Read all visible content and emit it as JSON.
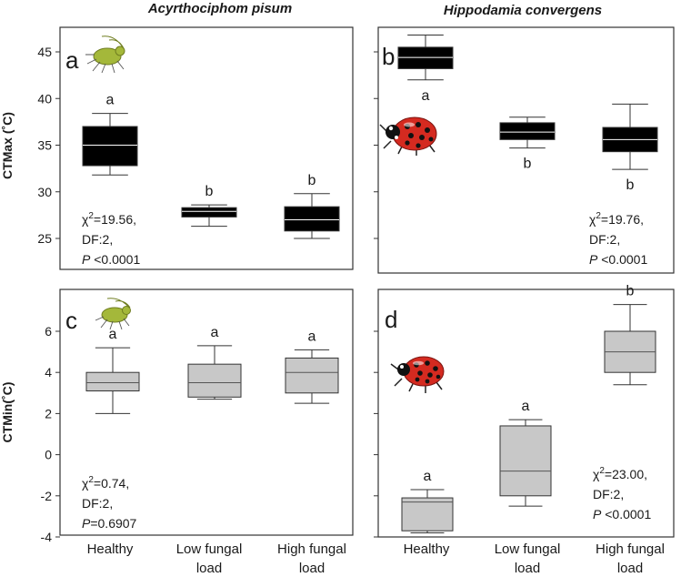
{
  "figure": {
    "species_left": "Acyrthociphom pisum",
    "species_right": "Hippodamia convergens",
    "ylabel_top": "CTMax (˚C)",
    "ylabel_bottom": "CTMin(˚C)",
    "categories": [
      [
        "Healthy"
      ],
      [
        "Low fungal",
        "load"
      ],
      [
        "High fungal",
        "load"
      ]
    ]
  },
  "colors": {
    "top_box_fill": "#000000",
    "top_median": "#ffffff",
    "bottom_box_fill": "#c8c8c8",
    "bottom_median": "#555555",
    "frame": "#333333",
    "aphid": "#a4b83a",
    "ladybug": "#d42a20"
  },
  "chart_data": [
    {
      "type": "box",
      "panel": "a",
      "ylim": [
        22,
        47
      ],
      "yticks": [
        25,
        30,
        35,
        40,
        45
      ],
      "categories": [
        "Healthy",
        "Low fungal load",
        "High fungal load"
      ],
      "boxes": [
        {
          "whisker_low": 31.8,
          "q1": 32.8,
          "median": 35.0,
          "q3": 37.0,
          "whisker_high": 38.4,
          "letter": "a"
        },
        {
          "whisker_low": 26.3,
          "q1": 27.3,
          "median": 27.9,
          "q3": 28.3,
          "whisker_high": 28.6,
          "letter": "b"
        },
        {
          "whisker_low": 25.0,
          "q1": 25.8,
          "median": 27.0,
          "q3": 28.4,
          "whisker_high": 29.8,
          "letter": "b"
        }
      ],
      "stat": {
        "chi_label": "χ",
        "chi_value": "=19.56,",
        "df": "DF:2,",
        "p_symbol": "P",
        "p_value": " <0.0001"
      }
    },
    {
      "type": "box",
      "panel": "b",
      "ylim": [
        22,
        47
      ],
      "yticks": [
        25,
        30,
        35,
        40,
        45
      ],
      "categories": [
        "Healthy",
        "Low fungal load",
        "High fungal load"
      ],
      "boxes": [
        {
          "whisker_low": 42.0,
          "q1": 43.2,
          "median": 44.4,
          "q3": 45.5,
          "whisker_high": 46.8,
          "letter": "a"
        },
        {
          "whisker_low": 34.7,
          "q1": 35.6,
          "median": 36.4,
          "q3": 37.4,
          "whisker_high": 38.0,
          "letter": "b"
        },
        {
          "whisker_low": 32.4,
          "q1": 34.3,
          "median": 35.6,
          "q3": 36.9,
          "whisker_high": 39.4,
          "letter": "b"
        }
      ],
      "stat": {
        "chi_label": "χ",
        "chi_value": "=19.76,",
        "df": "DF:2,",
        "p_symbol": "P",
        "p_value": " <0.0001"
      }
    },
    {
      "type": "box",
      "panel": "c",
      "ylim": [
        -4,
        8
      ],
      "yticks": [
        -4,
        -2,
        0,
        2,
        4,
        6
      ],
      "categories": [
        "Healthy",
        "Low fungal load",
        "High fungal load"
      ],
      "boxes": [
        {
          "whisker_low": 2.0,
          "q1": 3.1,
          "median": 3.5,
          "q3": 4.0,
          "whisker_high": 5.2,
          "letter": "a"
        },
        {
          "whisker_low": 2.7,
          "q1": 2.8,
          "median": 3.5,
          "q3": 4.4,
          "whisker_high": 5.3,
          "letter": "a"
        },
        {
          "whisker_low": 2.5,
          "q1": 3.0,
          "median": 4.0,
          "q3": 4.7,
          "whisker_high": 5.1,
          "letter": "a"
        }
      ],
      "stat": {
        "chi_label": "χ",
        "chi_value": "=0.74,",
        "df": "DF:2,",
        "p_symbol": "P",
        "p_value": "=0.6907"
      }
    },
    {
      "type": "box",
      "panel": "d",
      "ylim": [
        -4,
        8
      ],
      "yticks": [
        -4,
        -2,
        0,
        2,
        4,
        6
      ],
      "categories": [
        "Healthy",
        "Low fungal load",
        "High fungal load"
      ],
      "boxes": [
        {
          "whisker_low": -3.8,
          "q1": -3.7,
          "median": -2.3,
          "q3": -2.1,
          "whisker_high": -1.7,
          "letter": "a"
        },
        {
          "whisker_low": -2.5,
          "q1": -2.0,
          "median": -0.8,
          "q3": 1.4,
          "whisker_high": 1.7,
          "letter": "a"
        },
        {
          "whisker_low": 3.4,
          "q1": 4.0,
          "median": 5.0,
          "q3": 6.0,
          "whisker_high": 7.3,
          "letter": "b"
        }
      ],
      "stat": {
        "chi_label": "χ",
        "chi_value": "=23.00,",
        "df": "DF:2,",
        "p_symbol": "P",
        "p_value": " <0.0001"
      }
    }
  ]
}
